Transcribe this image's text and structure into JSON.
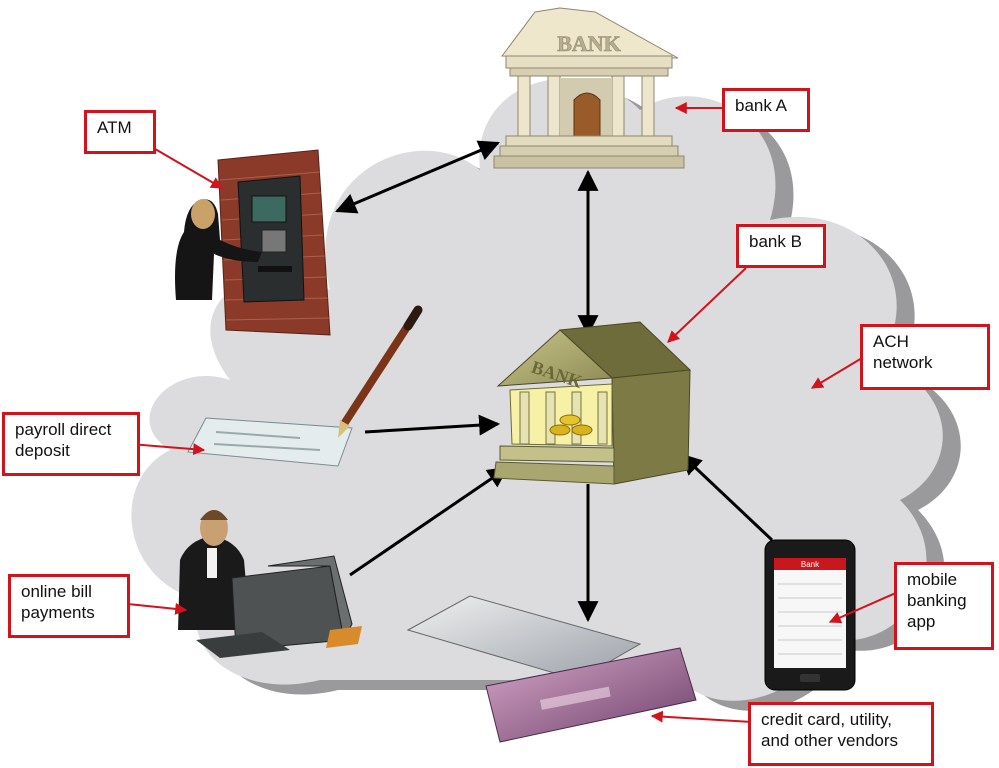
{
  "diagram": {
    "nodes": {
      "bank_a": {
        "sign": "BANK",
        "label": "bank A"
      },
      "bank_b": {
        "sign": "BANK",
        "label": "bank B"
      },
      "atm": {
        "label": "ATM"
      },
      "ach": {
        "label_lines": [
          "ACH",
          "network"
        ]
      },
      "payroll": {
        "label_lines": [
          "payroll direct",
          "deposit"
        ]
      },
      "online_bill": {
        "label_lines": [
          "online bill",
          "payments"
        ]
      },
      "mobile": {
        "label_lines": [
          "mobile",
          "banking",
          "app"
        ],
        "screen_title": "Bank"
      },
      "vendors": {
        "label_lines": [
          "credit card, utility,",
          "and other vendors"
        ]
      }
    },
    "colors": {
      "label_border": "#d2131c",
      "cloud": "#dcdcde",
      "cloud_shadow": "#9a9a9c",
      "arrow": "#000000",
      "bank_a_stone": "#e4dcc0",
      "bank_b_stone": "#a8a56a",
      "brick": "#8b3a2a"
    }
  }
}
